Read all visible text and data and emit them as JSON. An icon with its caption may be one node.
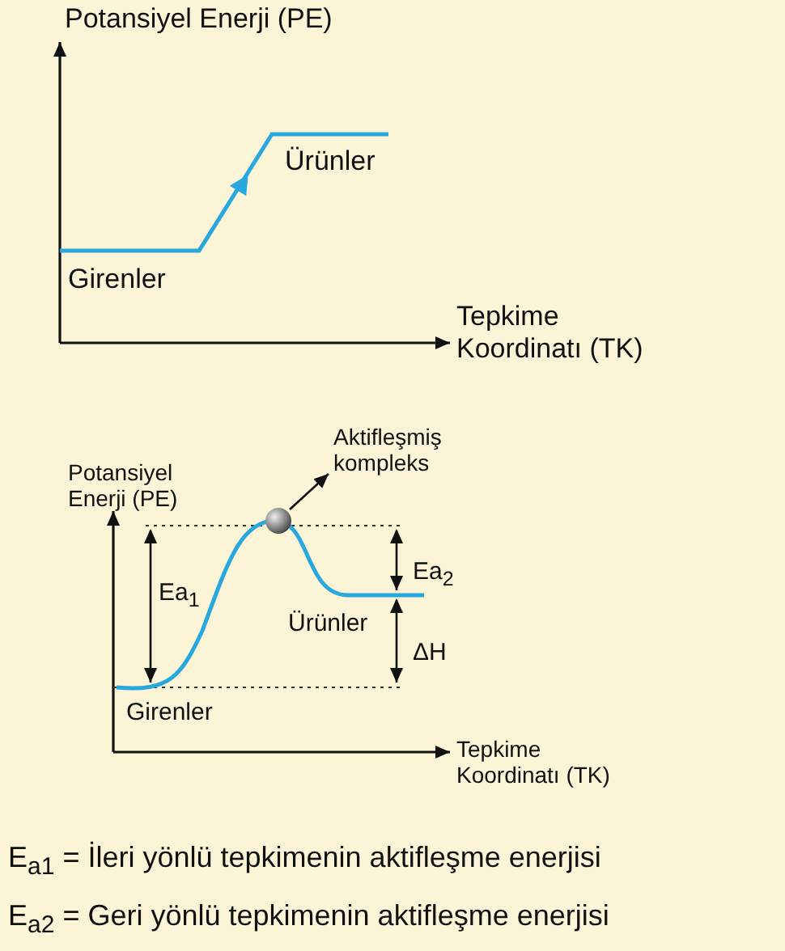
{
  "diagram": {
    "nodes": [
      {
        "text": [
          "Aktifleşmiş kompleks"
        ]
      },
      {
        "text": [],
        "shape": "circle"
      }
    ],
    "edges": [
      {
        "from": 1,
        "to": 0,
        "arrow": "to"
      }
    ],
    "labels": [
      "Potansiyel Enerji (PE)",
      "Ürünler",
      "Girenler",
      "Tepkime Koordinatı (TK)",
      "Potansiyel Enerji (PE)",
      "Ea$_{1}$",
      "Ea$_{2}$",
      "Ürünler",
      "ΔH",
      "Girenler",
      "Tepkime Koordinatı (TK)",
      "E$_{a1}$ = İleri yönlü tepkimenin aktifleşme enerjisi",
      "E$_{a2}$ = Geri yönlü tepkimenin aktifleşme enerjisi"
    ]
  }
}
